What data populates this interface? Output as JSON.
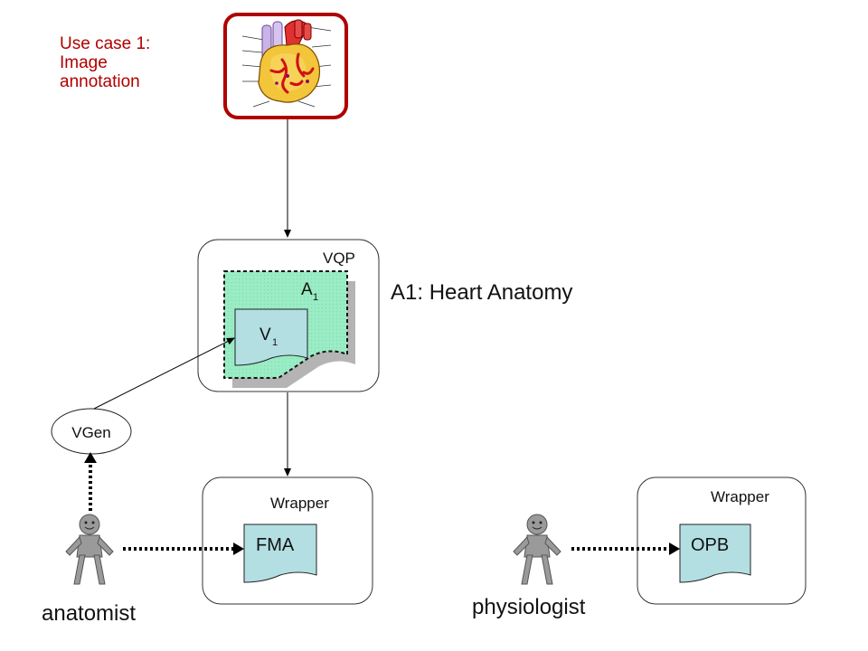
{
  "use_case": {
    "line1": "Use case 1:",
    "line2": "Image",
    "line3": "annotation"
  },
  "vqp": {
    "label": "VQP",
    "annotation_label": "A",
    "annotation_sub": "1",
    "view_label": "V",
    "view_sub": "1"
  },
  "annotation_title": "A1: Heart Anatomy",
  "vgen": {
    "label": "VGen"
  },
  "wrapper_left": {
    "label": "Wrapper",
    "doc_label": "FMA"
  },
  "wrapper_right": {
    "label": "Wrapper",
    "doc_label": "OPB"
  },
  "actors": {
    "left": "anatomist",
    "right": "physiologist"
  },
  "colors": {
    "accent_red": "#b00000",
    "annotation_fill": "#99ecc4",
    "doc_fill": "#b3dfe3",
    "actor_fill": "#9a9a9a"
  },
  "icons": {
    "heart": "heart-illustration-icon",
    "person": "person-icon"
  }
}
